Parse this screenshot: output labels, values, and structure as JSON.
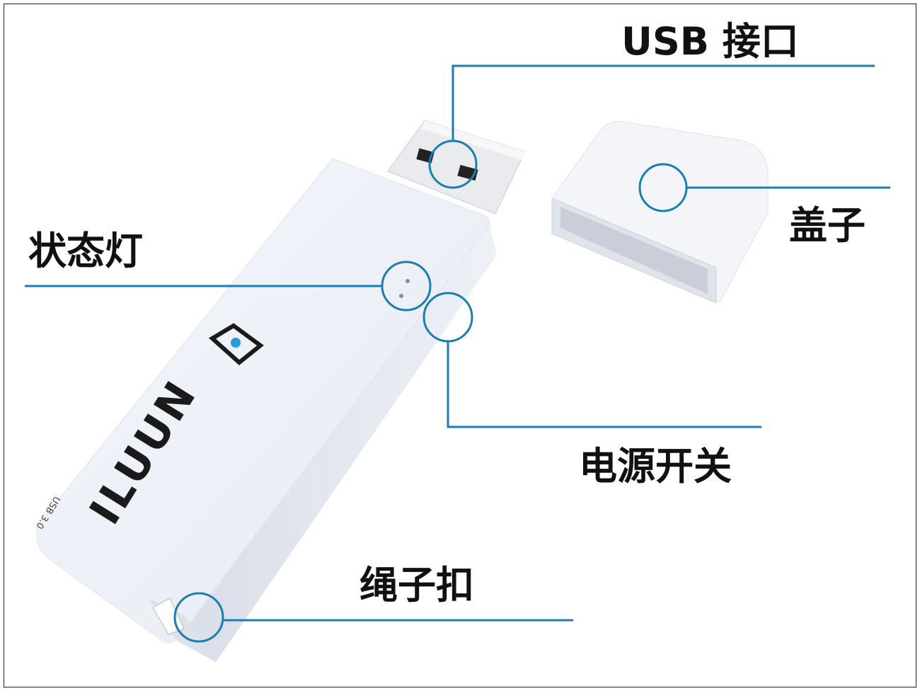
{
  "labels": {
    "usb_port": "USB 接口",
    "cap": "盖子",
    "status_light": "状态灯",
    "power_switch": "电源开关",
    "lanyard_hole": "绳子扣"
  },
  "device": {
    "logo": "ILUUN",
    "usb_version": "USB 3.0"
  },
  "colors": {
    "callout": "#1b7db0",
    "logo_accent": "#2a9ad8"
  }
}
